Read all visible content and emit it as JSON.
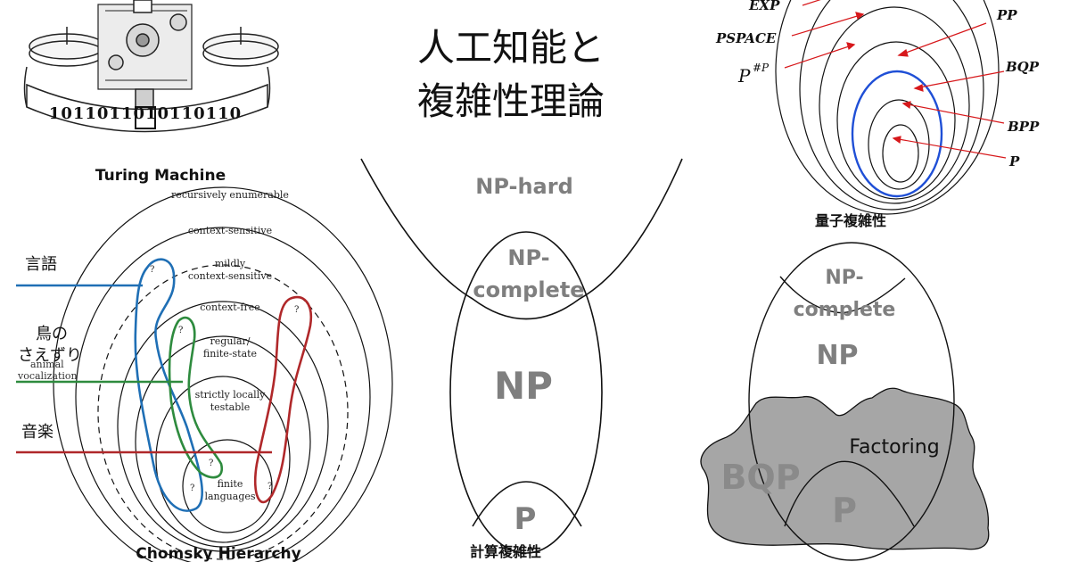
{
  "title": {
    "line1": "人工知能と",
    "line2": "複雑性理論"
  },
  "turing": {
    "caption": "Turing Machine",
    "tape": "1011011010110110"
  },
  "chomsky": {
    "caption": "Chomsky Hierarchy",
    "levels": [
      "recursively enumerable",
      "context-sensitive",
      "mildly",
      "context-sensitive",
      "context-free",
      "regular/",
      "finite-state",
      "strictly locally",
      "testable",
      "finite",
      "languages"
    ],
    "side_labels": {
      "language": "言語",
      "bird_1": "鳥の",
      "bird_2": "さえずり",
      "animal_1": "animal",
      "animal_2": "vocalization",
      "music": "音楽"
    },
    "question_mark": "?",
    "colors": {
      "language": "#1f6fb5",
      "bird": "#2e8b3e",
      "music": "#b0282a"
    }
  },
  "complexity": {
    "caption": "計算複雑性",
    "labels": {
      "np_hard": "NP-hard",
      "np_complete_1": "NP-",
      "np_complete_2": "complete",
      "np": "NP",
      "p": "P"
    },
    "label_color": "#7f7f7f"
  },
  "quantum": {
    "caption": "量子複雑性",
    "classes": {
      "exp": "EXP",
      "pspace": "PSPACE",
      "psharp": "P",
      "psharp_sup": "#P",
      "pp": "PP",
      "bqp": "BQP",
      "bpp": "BPP",
      "p": "P"
    },
    "arrow_color": "#d7191c",
    "bqp_ring_color": "#1f4fd6"
  },
  "bqp_diagram": {
    "labels": {
      "np_complete_1": "NP-",
      "np_complete_2": "complete",
      "np": "NP",
      "bqp": "BQP",
      "factoring": "Factoring",
      "p": "P"
    },
    "blob_color": "#a6a6a6"
  }
}
